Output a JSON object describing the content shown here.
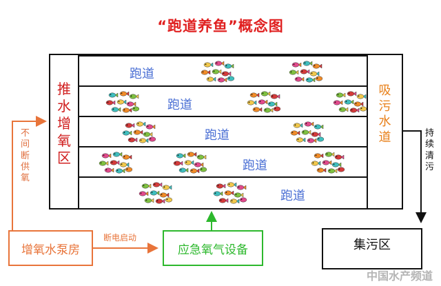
{
  "title": "“跑道养鱼”概念图",
  "left_chamber": {
    "chars": [
      "推",
      "水",
      "增",
      "氧",
      "区"
    ],
    "color": "#d02020"
  },
  "right_chamber": {
    "chars": [
      "吸",
      "污",
      "水",
      "道"
    ],
    "color": "#e8801a"
  },
  "lanes": [
    {
      "label": "跑道"
    },
    {
      "label": "跑道"
    },
    {
      "label": "跑道"
    },
    {
      "label": "跑道"
    },
    {
      "label": "跑道"
    }
  ],
  "left_flow_note": {
    "chars": [
      "不",
      "间",
      "断",
      "供",
      "氧"
    ],
    "color": "#e07040"
  },
  "right_flow_note": {
    "chars": [
      "持",
      "续",
      "清",
      "污"
    ],
    "color": "#111111"
  },
  "pump_house": {
    "label": "增氧水泵房",
    "color": "#e8743a"
  },
  "pump_arrow_label": "断电启动",
  "emergency": {
    "label": "应急氧气设备",
    "color": "#2db82d"
  },
  "sewage": {
    "label": "集污区",
    "color": "#111111"
  },
  "watermark": "中国水产频道",
  "fish_colors": [
    "#f2c94c",
    "#e24a8c",
    "#3fbfbf",
    "#f28c28",
    "#7fc241",
    "#d63b3b"
  ]
}
